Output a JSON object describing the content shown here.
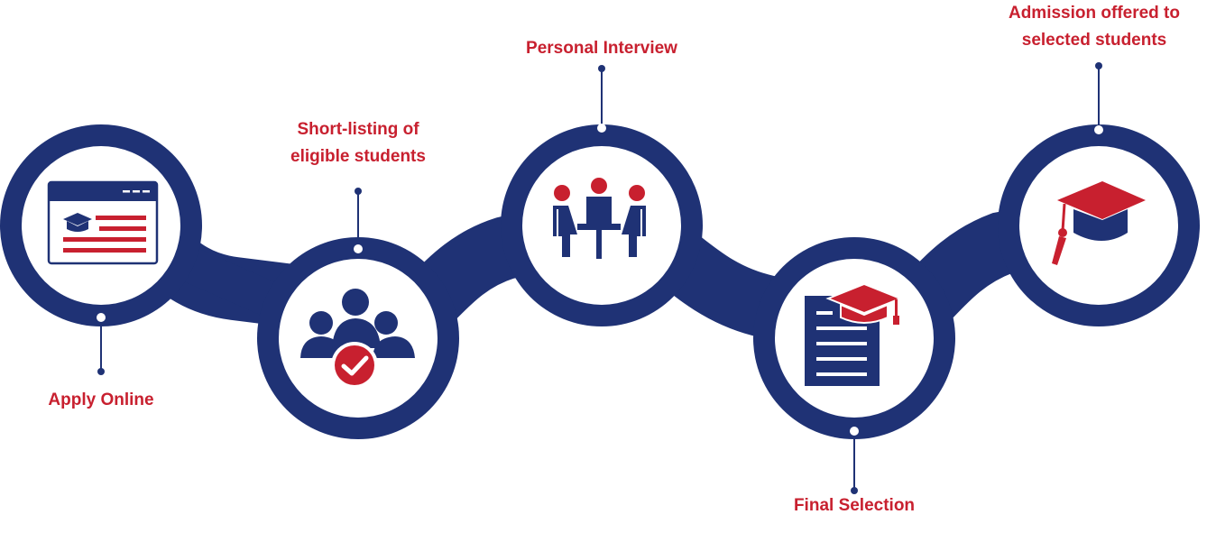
{
  "colors": {
    "navy": "#1f3275",
    "red": "#c8202f",
    "white": "#ffffff"
  },
  "steps": [
    {
      "id": "apply-online",
      "label_lines": [
        "Apply Online"
      ],
      "icon": "online-application-icon"
    },
    {
      "id": "short-listing",
      "label_lines": [
        "Short-listing of",
        "eligible students"
      ],
      "icon": "group-check-icon"
    },
    {
      "id": "personal-interview",
      "label_lines": [
        "Personal Interview"
      ],
      "icon": "interview-table-icon"
    },
    {
      "id": "final-selection",
      "label_lines": [
        "Final Selection"
      ],
      "icon": "document-graduation-cap-icon"
    },
    {
      "id": "admission-offered",
      "label_lines": [
        "Admission offered to",
        "selected students"
      ],
      "icon": "graduation-cap-icon"
    }
  ]
}
